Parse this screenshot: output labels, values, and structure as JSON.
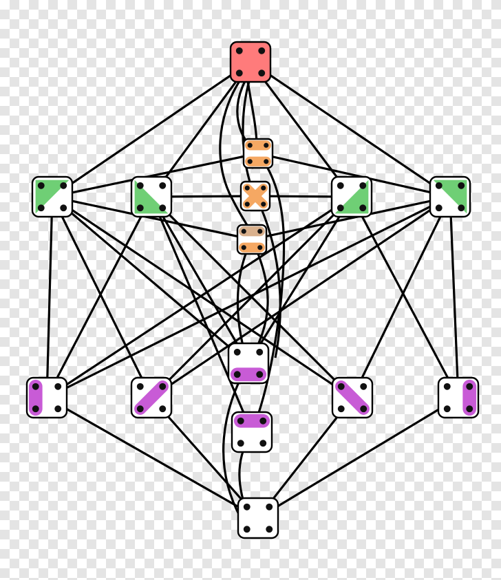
{
  "diagram": {
    "description_free": true,
    "colors": {
      "edge": "#000000",
      "tile_fill": "#ffffff",
      "tile_border": "#000000",
      "dot": "#111111",
      "top_fill": "#ff7b7b",
      "green": "#6fcf75",
      "orange": "#f5a863",
      "tan": "#d9b08c",
      "pink": "#d97ad9",
      "pink_bar": "#c85bd6"
    },
    "nodes": [
      {
        "id": "n0",
        "kind": "full-red"
      },
      {
        "id": "o1",
        "kind": "orange-top-bottom"
      },
      {
        "id": "o2",
        "kind": "orange-cross"
      },
      {
        "id": "o3",
        "kind": "orange-top-bottom-2"
      },
      {
        "id": "g1",
        "kind": "green-tri-a"
      },
      {
        "id": "g2",
        "kind": "green-tri-b"
      },
      {
        "id": "g3",
        "kind": "green-tri-c"
      },
      {
        "id": "g4",
        "kind": "green-tri-d"
      },
      {
        "id": "p1",
        "kind": "pink-left"
      },
      {
        "id": "p2",
        "kind": "pink-diag-a"
      },
      {
        "id": "pm",
        "kind": "pink-bottom"
      },
      {
        "id": "p3",
        "kind": "pink-diag-b"
      },
      {
        "id": "p4",
        "kind": "pink-right"
      },
      {
        "id": "pm2",
        "kind": "pink-top"
      },
      {
        "id": "b0",
        "kind": "empty"
      }
    ]
  }
}
